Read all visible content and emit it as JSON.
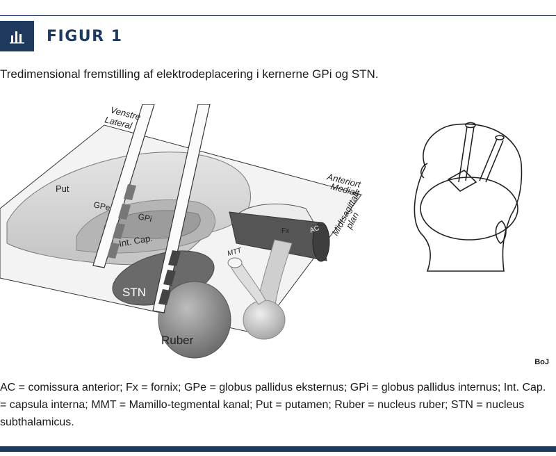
{
  "header": {
    "title": "FIGUR 1",
    "icon": "bar-chart-icon",
    "accent_color": "#1f3a5f"
  },
  "subtitle": "Tredimensional fremstilling af elektrodeplacering i kernerne GPi og STN.",
  "diagram": {
    "labels": {
      "venstre": "Venstre",
      "lateral": "Lateral",
      "anteriort": "Anteriort",
      "medialt": "Medialt",
      "midtsagittalt": "Midtsagittalt",
      "plan": "plan",
      "put": "Put",
      "gpe": "GPe",
      "gpi": "GPi",
      "intcap": "Int. Cap.",
      "stn": "STN",
      "ruber": "Ruber",
      "fx": "Fx",
      "ac": "AC",
      "mtt": "MTT"
    },
    "credit": "BoJ"
  },
  "legend": "AC = comissura anterior; Fx = fornix; GPe = globus pallidus eksternus; GPi = globus pallidus internus; Int. Cap. = capsula interna; MMT = Mamillo-tegmental kanal; Put = putamen; Ruber = nucleus ruber; STN = nucleus subthalamicus."
}
